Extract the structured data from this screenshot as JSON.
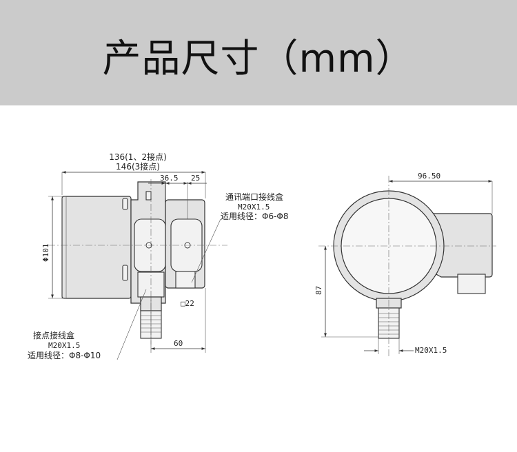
{
  "header": {
    "title": "产品尺寸（mm）"
  },
  "side_view": {
    "overall_length_1": "136(1、2接点)",
    "overall_length_2": "146(3接点)",
    "dim_365": "36.5",
    "dim_25": "25",
    "dim_diameter": "Φ101",
    "dim_square": "□22",
    "dim_60": "60",
    "comm_box_title": "通讯端口接线盒",
    "comm_box_thread": "M20X1.5",
    "comm_box_cable": "适用线径：Φ6-Φ8",
    "contact_box_title": "接点接线盒",
    "contact_box_thread": "M20X1.5",
    "contact_box_cable": "适用线径：Φ8-Φ10"
  },
  "front_view": {
    "dim_9650": "96.50",
    "dim_87": "87",
    "thread": "M20X1.5"
  }
}
